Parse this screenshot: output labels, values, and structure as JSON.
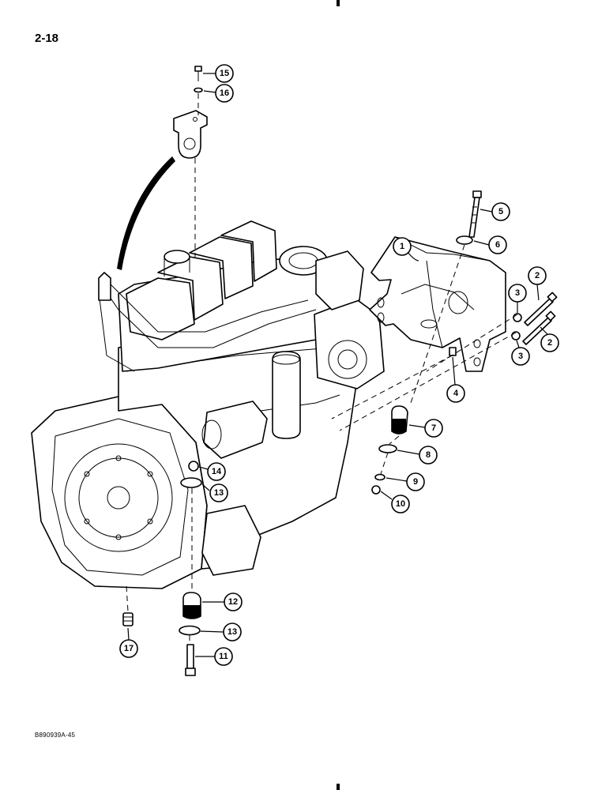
{
  "page": {
    "number": "2-18",
    "figure_code": "B890939A-45"
  },
  "callouts": [
    {
      "id": "c15",
      "label": "15"
    },
    {
      "id": "c16",
      "label": "16"
    },
    {
      "id": "c5",
      "label": "5"
    },
    {
      "id": "c6",
      "label": "6"
    },
    {
      "id": "c1",
      "label": "1"
    },
    {
      "id": "c2a",
      "label": "2"
    },
    {
      "id": "c3a",
      "label": "3"
    },
    {
      "id": "c3b",
      "label": "3"
    },
    {
      "id": "c2b",
      "label": "2"
    },
    {
      "id": "c4",
      "label": "4"
    },
    {
      "id": "c7",
      "label": "7"
    },
    {
      "id": "c8",
      "label": "8"
    },
    {
      "id": "c9",
      "label": "9"
    },
    {
      "id": "c10",
      "label": "10"
    },
    {
      "id": "c14",
      "label": "14"
    },
    {
      "id": "c13a",
      "label": "13"
    },
    {
      "id": "c12",
      "label": "12"
    },
    {
      "id": "c13b",
      "label": "13"
    },
    {
      "id": "c11",
      "label": "11"
    },
    {
      "id": "c17",
      "label": "17"
    }
  ]
}
